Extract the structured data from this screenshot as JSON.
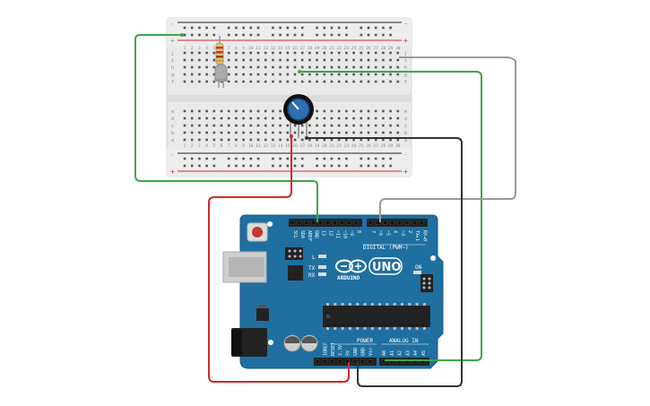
{
  "breadboard": {
    "rail_minus": "-",
    "rail_plus": "+",
    "top_row_letters": [
      "j",
      "i",
      "h",
      "g",
      "f"
    ],
    "bottom_row_letters": [
      "e",
      "d",
      "c",
      "b",
      "a"
    ],
    "column_numbers_top": [
      "1",
      "2",
      "3",
      "4",
      "5",
      "6",
      "7",
      "8",
      "9",
      "10",
      "11",
      "12",
      "13",
      "14",
      "15",
      "16",
      "17",
      "18",
      "19",
      "20",
      "21",
      "22",
      "23",
      "24",
      "25",
      "26",
      "27",
      "28",
      "29",
      "30"
    ],
    "column_numbers_bottom": [
      "1",
      "2",
      "3",
      "4",
      "5",
      "6",
      "7",
      "8",
      "9",
      "10",
      "11",
      "12",
      "13",
      "14",
      "15",
      "16",
      "17",
      "18",
      "19",
      "20",
      "21",
      "22",
      "23",
      "24",
      "25",
      "26",
      "27",
      "28",
      "29",
      "30"
    ]
  },
  "arduino": {
    "logo_text": "UNO",
    "brand_text": "ARDUINO",
    "digital_header": "DIGITAL (PWM~)",
    "digital_pin_labels": [
      "SCL",
      "SDA",
      "AREF",
      "GND",
      "13",
      "12",
      "~11",
      "~10",
      "~9",
      "8",
      "7",
      "~6",
      "~5",
      "4",
      "~3",
      "2",
      "TX▸1",
      "RX◂0"
    ],
    "power_label": "POWER",
    "analog_label": "ANALOG IN",
    "power_pin_labels": [
      "IOREF",
      "RESET",
      "3.3V",
      "5V",
      "GND",
      "GND",
      "Vin"
    ],
    "analog_pin_labels": [
      "A0",
      "A1",
      "A2",
      "A3",
      "A4",
      "A5"
    ],
    "led_l_label": "L",
    "led_tx_label": "TX",
    "led_rx_label": "RX",
    "on_label": "ON"
  },
  "colors": {
    "board_blue": "#1f6fa0",
    "wire_green": "#3aa84a",
    "wire_red": "#d12a2a",
    "wire_black": "#333333",
    "wire_gray": "#9a9a9a"
  }
}
